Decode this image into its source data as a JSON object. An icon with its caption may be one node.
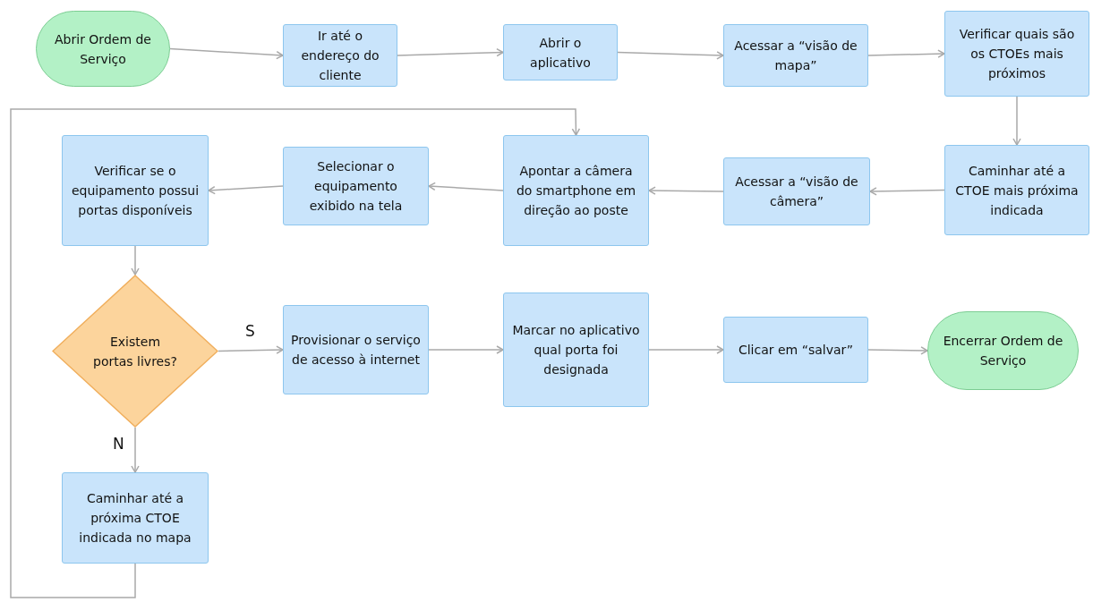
{
  "diagram": {
    "nodes": [
      {
        "text": [
          "Abrir Ordem de Serviço"
        ]
      },
      {
        "text": [
          "Ir até o endereço do cliente"
        ]
      },
      {
        "text": [
          "Abrir o aplicativo"
        ]
      },
      {
        "text": [
          "Acessar a “visão de mapa”"
        ]
      },
      {
        "text": [
          "Verificar quais são os CTOEs mais próximos"
        ]
      },
      {
        "text": [
          "Caminhar até a CTOE mais próxima indicada"
        ]
      },
      {
        "text": [
          "Acessar a “visão de câmera”"
        ]
      },
      {
        "text": [
          "Apontar a câmera do smartphone em direção ao poste"
        ]
      },
      {
        "text": [
          "Selecionar o equipamento exibido na tela"
        ]
      },
      {
        "text": [
          "Verificar se o equipamento possui portas disponíveis"
        ]
      },
      {
        "text": [
          "Existem portas livres?"
        ]
      },
      {
        "text": [
          "Provisionar o serviço de acesso à internet"
        ]
      },
      {
        "text": [
          "Marcar no aplicativo qual porta foi designada"
        ]
      },
      {
        "text": [
          "Clicar em “salvar”"
        ]
      },
      {
        "text": [
          "Encerrar Ordem de Serviço"
        ]
      },
      {
        "text": [
          "Caminhar até a próxima CTOE indicada no mapa"
        ]
      }
    ],
    "edges": [
      {
        "from": 0,
        "to": 1,
        "arrow": "to"
      },
      {
        "from": 1,
        "to": 2,
        "arrow": "to"
      },
      {
        "from": 2,
        "to": 3,
        "arrow": "to"
      },
      {
        "from": 3,
        "to": 4,
        "arrow": "to"
      },
      {
        "from": 4,
        "to": 5,
        "arrow": "to"
      },
      {
        "from": 5,
        "to": 6,
        "arrow": "to"
      },
      {
        "from": 6,
        "to": 7,
        "arrow": "to"
      },
      {
        "from": 7,
        "to": 8,
        "arrow": "to"
      },
      {
        "from": 8,
        "to": 9,
        "arrow": "to"
      },
      {
        "from": 9,
        "to": 10,
        "arrow": "to"
      },
      {
        "from": 10,
        "to": 11,
        "label": "S",
        "arrow": "to"
      },
      {
        "from": 11,
        "to": 12,
        "arrow": "to"
      },
      {
        "from": 12,
        "to": 13,
        "arrow": "to"
      },
      {
        "from": 13,
        "to": 14,
        "arrow": "to"
      },
      {
        "from": 10,
        "to": 15,
        "label": "N",
        "arrow": "to"
      },
      {
        "from": 15,
        "to": 7,
        "arrow": "to"
      }
    ]
  }
}
